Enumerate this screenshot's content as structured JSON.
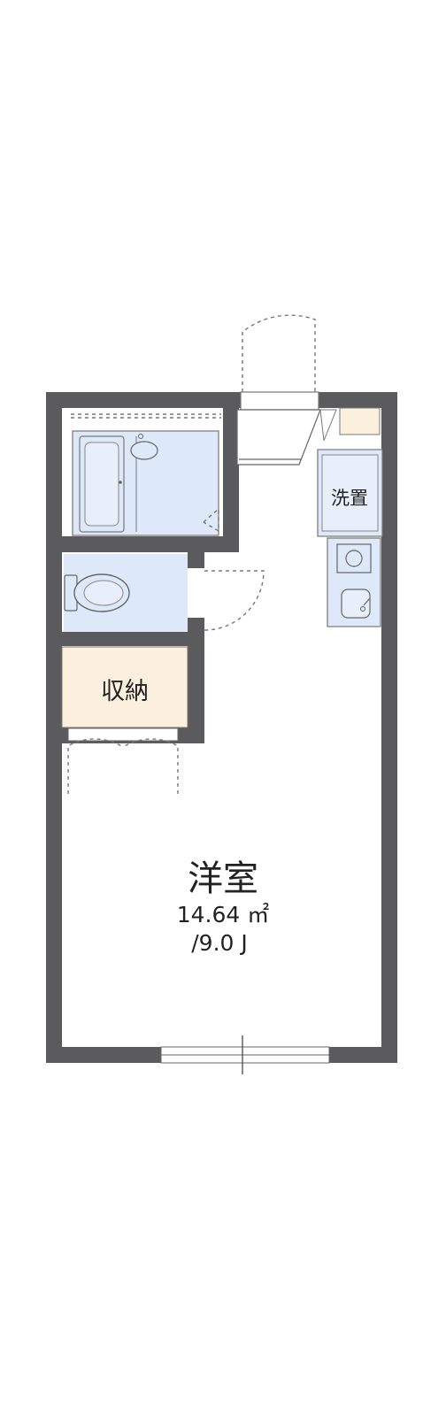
{
  "colors": {
    "wall": "#5b5b5d",
    "floor": "#ffffff",
    "wet_area": "#dde8f8",
    "storage": "#fbf0dd",
    "outline": "#666666"
  },
  "rooms": {
    "bathroom": {
      "label": ""
    },
    "toilet": {
      "label": ""
    },
    "storage": {
      "label": "収納"
    },
    "laundry": {
      "label": "洗置"
    },
    "main": {
      "label": "洋室",
      "area": "14.64 ㎡",
      "tatami": "/9.0 J"
    }
  }
}
